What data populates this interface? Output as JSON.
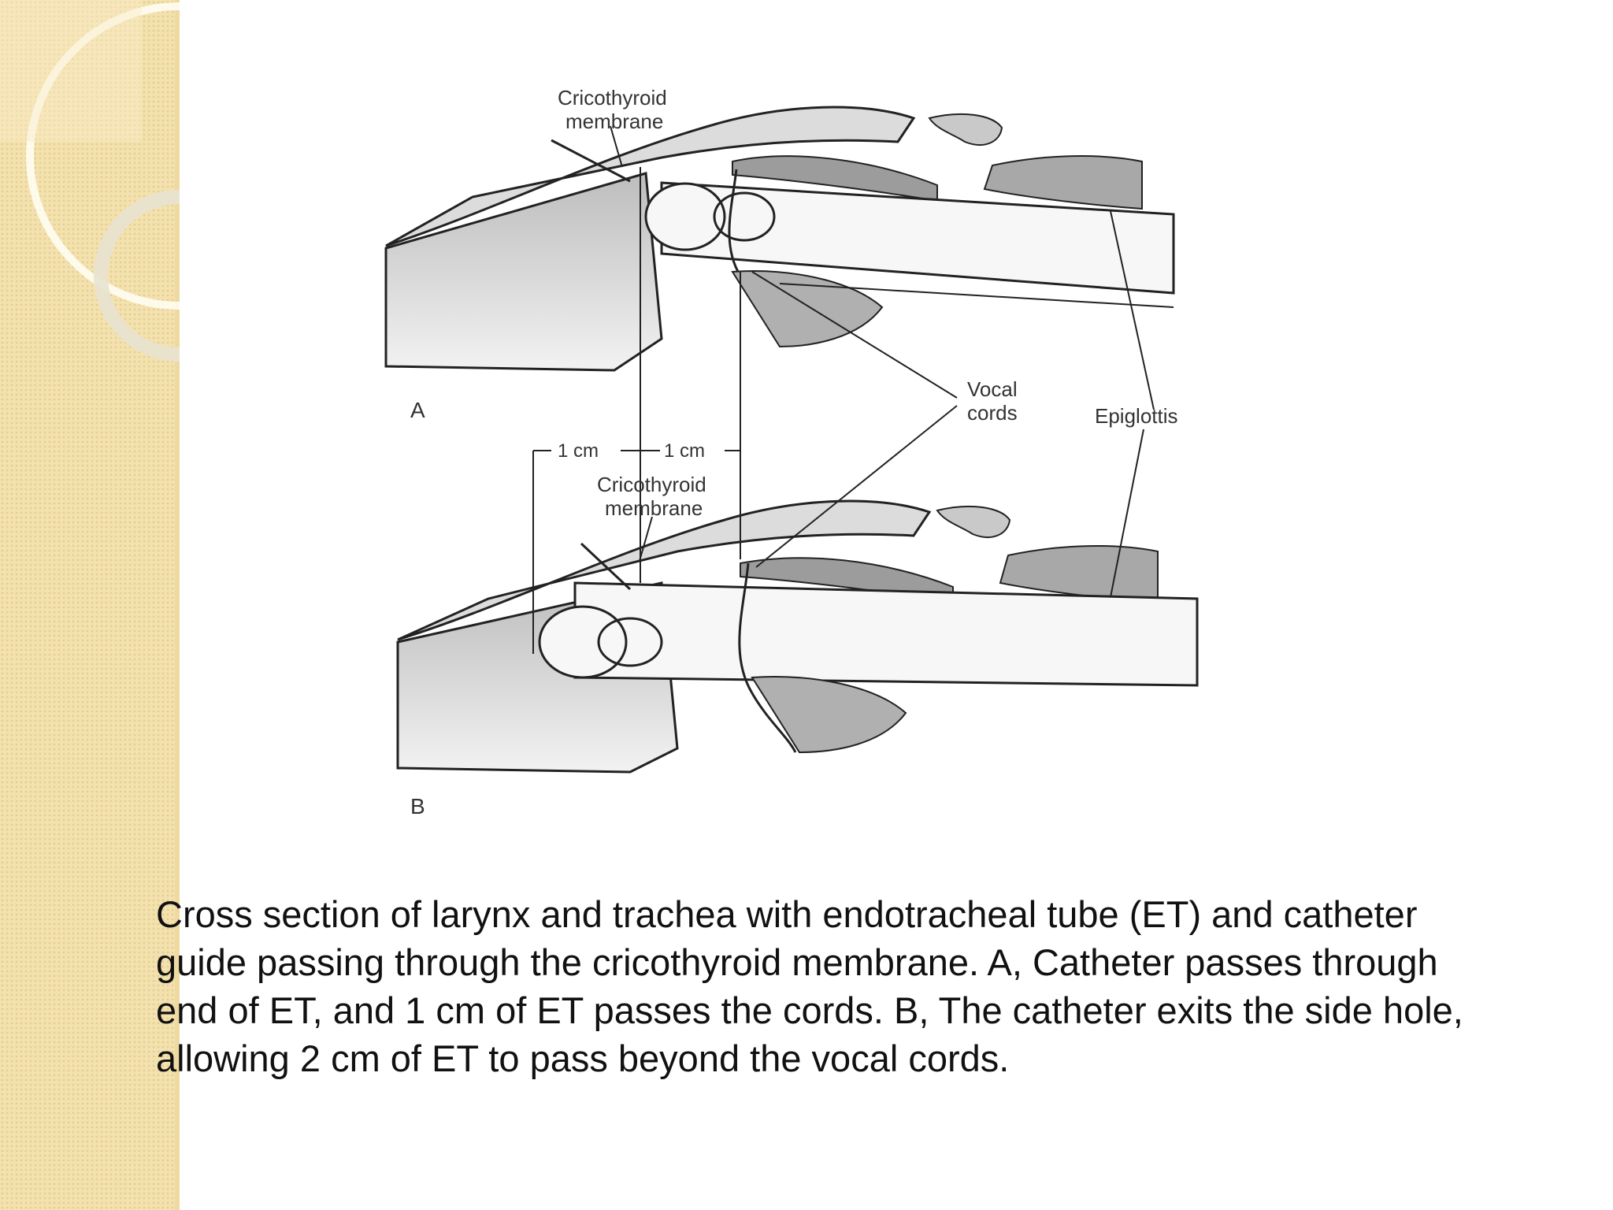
{
  "figure": {
    "panel_a_label": "A",
    "panel_b_label": "B",
    "membrane_a_line1": "Cricothyroid",
    "membrane_a_line2": "membrane",
    "membrane_b_line1": "Cricothyroid",
    "membrane_b_line2": "membrane",
    "vocal_cords_line1": "Vocal",
    "vocal_cords_line2": "cords",
    "epiglottis": "Epiglottis",
    "measure_1": "1 cm",
    "measure_2": "1 cm"
  },
  "caption": "Cross section of larynx and trachea with endotracheal tube (ET) and catheter guide passing through the cricothyroid membrane. A, Catheter passes through end of ET, and 1 cm of ET passes the cords. B, The catheter exits the side hole, allowing 2 cm of ET to pass beyond the vocal cords.",
  "colors": {
    "side_band": "#f4e2ae",
    "tissue_dark": "#9a9a9a",
    "tissue_light": "#d6d6d6",
    "tube": "#f7f7f7"
  }
}
